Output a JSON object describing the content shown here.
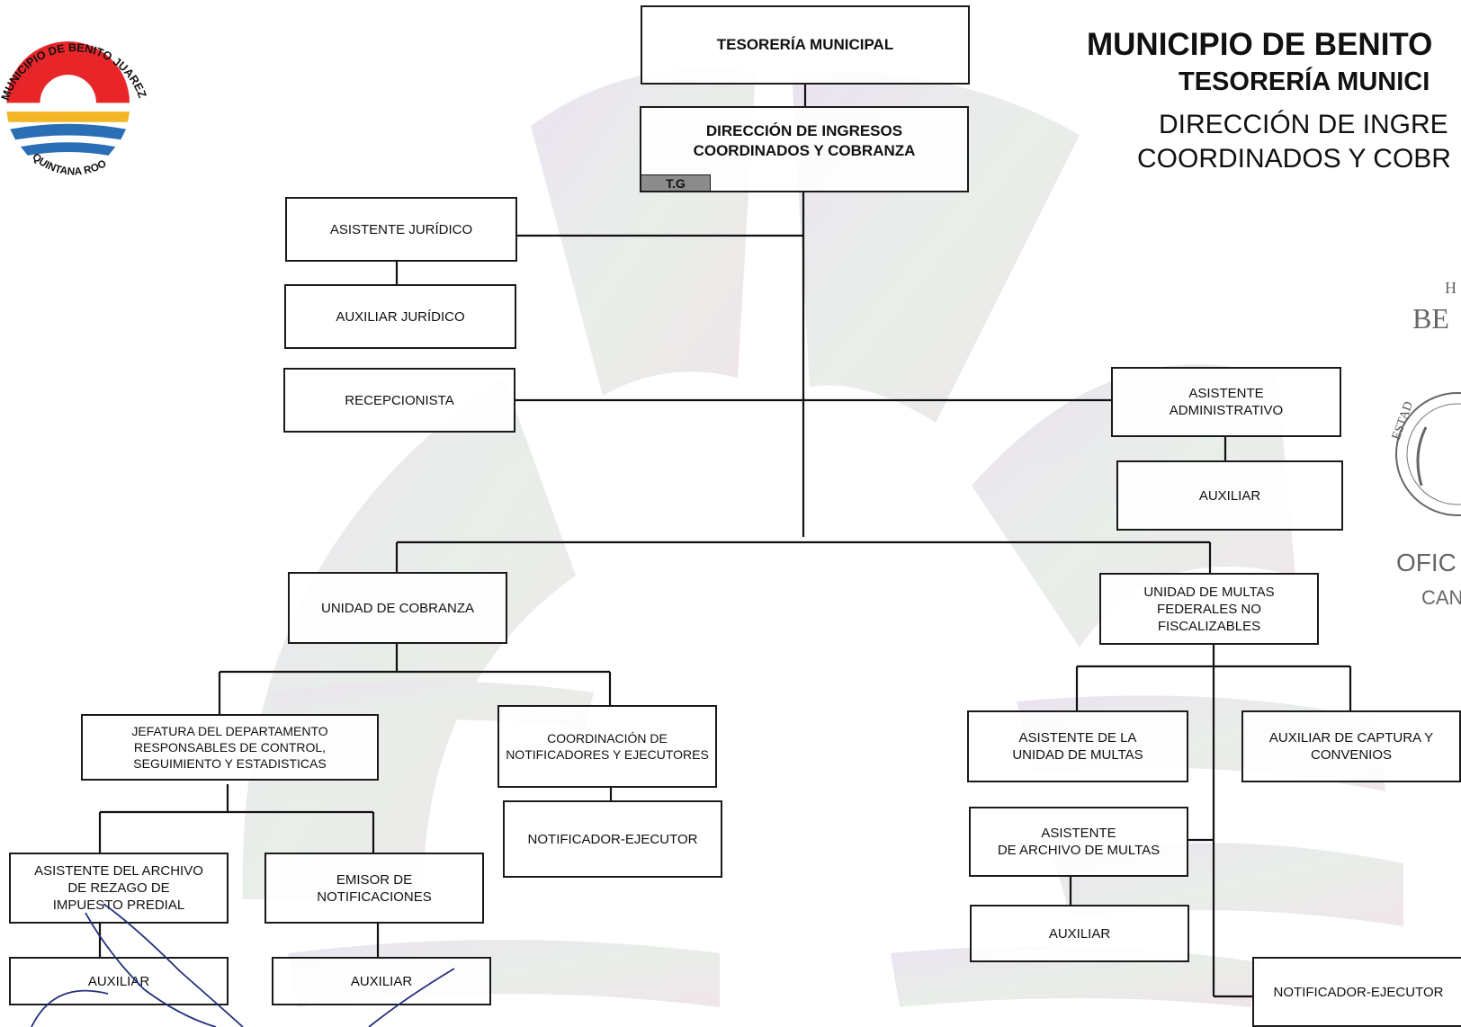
{
  "header": {
    "line1": "MUNICIPIO DE BENITO",
    "line2": "TESORERÍA MUNICI",
    "line3": "DIRECCIÓN DE INGRE",
    "line4": "COORDINADOS Y COBR"
  },
  "logo": {
    "top_text": "MUNICIPIO DE BENITO JUAREZ",
    "bottom_text": "QUINTANA ROO"
  },
  "stamp": {
    "line1": "H",
    "line2": "BE",
    "seal_text": "ESTAD",
    "line3": "OFIC",
    "line4": "CAN"
  },
  "org": {
    "tesoreria": "TESORERÍA MUNICIPAL",
    "direccion": "DIRECCIÓN DE INGRESOS\nCOORDINADOS Y COBRANZA",
    "tg": "T.G",
    "asistente_juridico": "ASISTENTE JURÍDICO",
    "auxiliar_juridico": "AUXILIAR JURÍDICO",
    "recepcionista": "RECEPCIONISTA",
    "asistente_administrativo": "ASISTENTE\nADMINISTRATIVO",
    "auxiliar_admin": "AUXILIAR",
    "unidad_cobranza": "UNIDAD DE COBRANZA",
    "unidad_multas": "UNIDAD DE MULTAS\nFEDERALES NO\nFISCALIZABLES",
    "jefatura": "JEFATURA DEL DEPARTAMENTO\nRESPONSABLES DE CONTROL,\nSEGUIMIENTO Y ESTADISTICAS",
    "coordinacion": "COORDINACIÓN DE\nNOTIFICADORES Y EJECUTORES",
    "notificador_cobranza": "NOTIFICADOR-EJECUTOR",
    "asistente_archivo_predial": "ASISTENTE DEL ARCHIVO\nDE REZAGO DE\nIMPUESTO PREDIAL",
    "emisor": "EMISOR DE\nNOTIFICACIONES",
    "auxiliar_predial": "AUXILIAR",
    "auxiliar_emisor": "AUXILIAR",
    "asistente_unidad_multas": "ASISTENTE DE LA\nUNIDAD DE MULTAS",
    "auxiliar_captura": "AUXILIAR DE CAPTURA Y\nCONVENIOS",
    "asistente_archivo_multas": "ASISTENTE\nDE ARCHIVO DE MULTAS",
    "auxiliar_multas": "AUXILIAR",
    "notificador_multas": "NOTIFICADOR-EJECUTOR"
  },
  "colors": {
    "line": "#111111",
    "logo_red": "#e8262a",
    "logo_yellow": "#f4b624",
    "logo_blue": "#2a6eb5",
    "tag_gray": "#8c8c8c"
  }
}
